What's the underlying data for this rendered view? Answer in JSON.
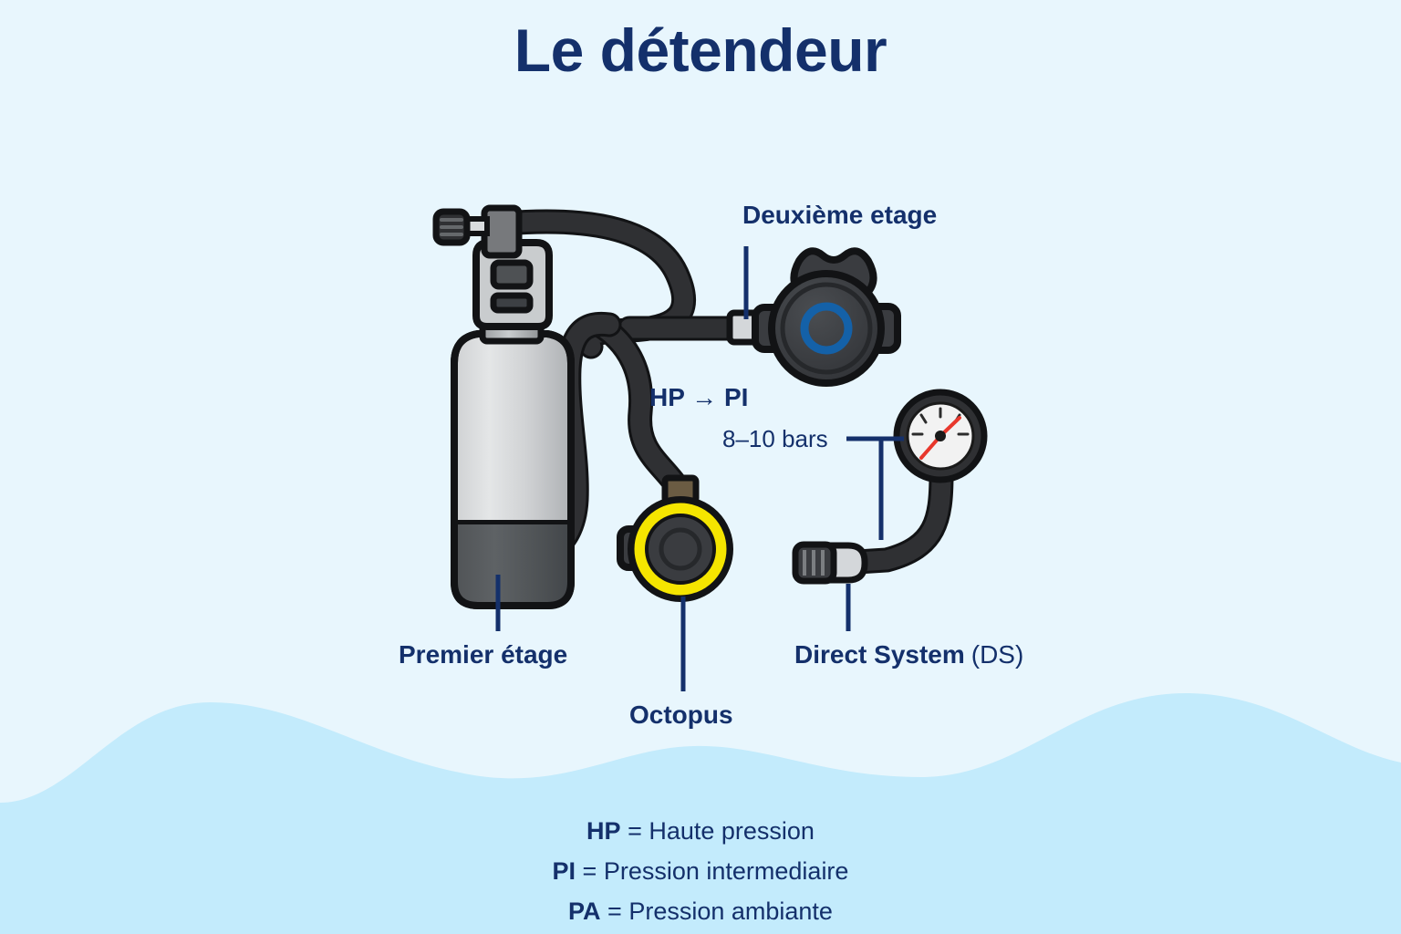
{
  "page": {
    "title": "Le détendeur",
    "background_color": "#e8f6fd",
    "water_color": "#c3ebfc",
    "text_color": "#14306b"
  },
  "labels": {
    "second_stage": "Deuxième etage",
    "hp_pi": "HP → PI",
    "bars": "8–10 bars",
    "first_stage": "Premier étage",
    "octopus": "Octopus",
    "direct_system": "Direct System",
    "direct_system_abbrev": "(DS)"
  },
  "legend": [
    {
      "abbr": "HP",
      "eq": " = ",
      "text": "Haute pression"
    },
    {
      "abbr": "PI",
      "eq": " = ",
      "text": "Pression intermediaire"
    },
    {
      "abbr": "PA",
      "eq": " = ",
      "text": "Pression ambiante"
    }
  ],
  "diagram": {
    "tank": {
      "body_color": "#d6d8da",
      "bottom_band_color": "#55595c",
      "outline_color": "#1a1a1a"
    },
    "hose_color": "#2f3033",
    "second_stage": {
      "body_color": "#3a3c40",
      "ring_color": "#1461a8"
    },
    "octopus": {
      "body_color": "#3a3c40",
      "ring_color": "#f5e500"
    },
    "gauge": {
      "face_color": "#f2f2f2",
      "bezel_color": "#2f3033",
      "needle_color": "#e8372c"
    },
    "connector_color": "#d4d7da"
  }
}
